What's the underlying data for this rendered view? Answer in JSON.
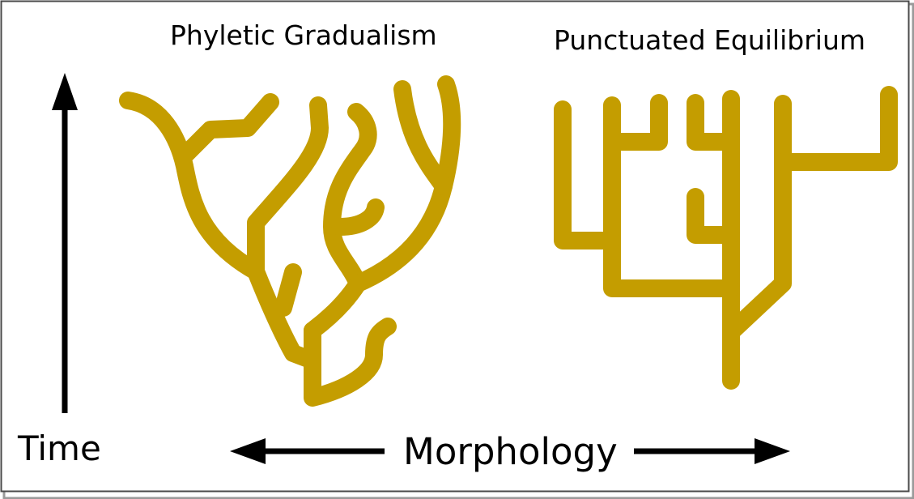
{
  "titles": {
    "left": "Phyletic Gradualism",
    "right": "Punctuated Equilibrium"
  },
  "axes": {
    "y_label": "Time",
    "x_label": "Morphology"
  },
  "colors": {
    "branch": "#C49D00",
    "arrow": "#000000",
    "background": "#ffffff",
    "frame_border": "#4a4a4a",
    "frame_shadow": "#9a9a9a"
  }
}
